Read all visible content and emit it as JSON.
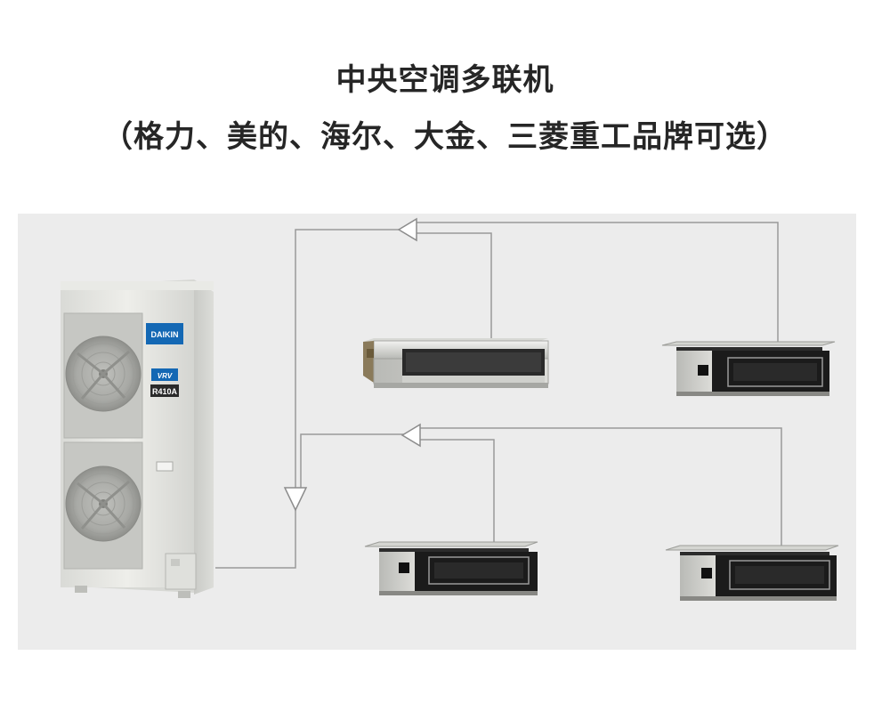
{
  "header": {
    "title": "中央空调多联机",
    "subtitle": "（格力、美的、海尔、大金、三菱重工品牌可选）"
  },
  "outdoor_unit": {
    "brand": "DAIKIN",
    "series": "VRV",
    "refrigerant": "R410A"
  },
  "colors": {
    "background": "#ffffff",
    "panel": "#ececec",
    "pipe": "#9a9a9a",
    "unit_body": "#e6e7e3",
    "indoor_front": "#1b1b1b",
    "brand_blue": "#1468b4"
  },
  "indoor_units": [
    {
      "name": "ducted-indoor-unit-1"
    },
    {
      "name": "ducted-indoor-unit-2"
    },
    {
      "name": "ducted-indoor-unit-3"
    },
    {
      "name": "ducted-indoor-unit-4"
    }
  ]
}
